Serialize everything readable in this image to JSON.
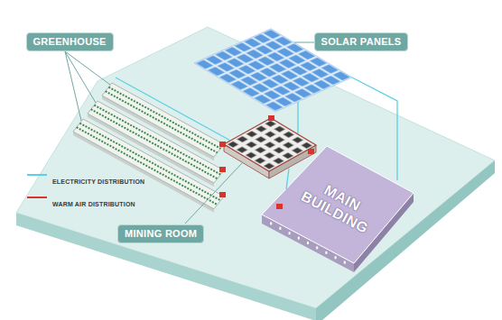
{
  "diagram": {
    "nodes": [
      {
        "text": [
          "GREENHOUSE"
        ]
      },
      {
        "text": [
          "SOLAR PANELS"
        ]
      },
      {
        "text": [
          "MINING ROOM"
        ]
      },
      {
        "text": [
          "MAIN BUILDING"
        ]
      }
    ],
    "legend": [
      {
        "text": "ELECTRICITY DISTRIBUTION"
      },
      {
        "text": "WARM AIR DISTRIBUTION"
      }
    ]
  }
}
